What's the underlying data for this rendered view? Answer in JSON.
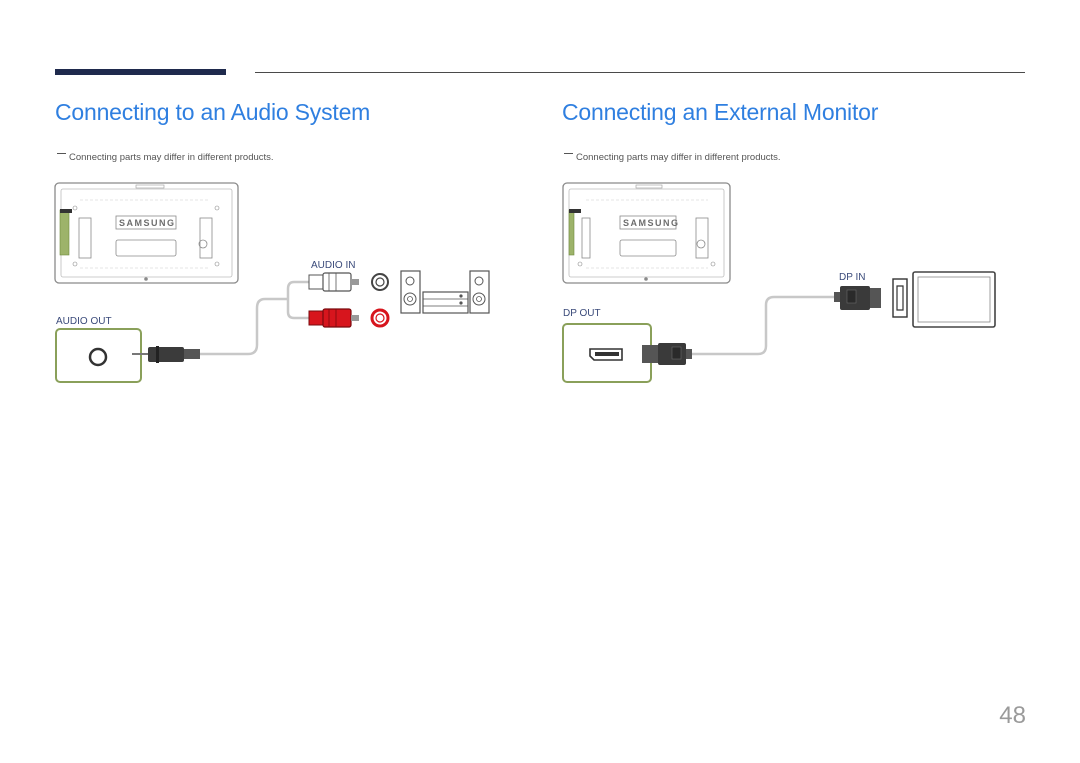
{
  "left_section": {
    "title": "Connecting to an Audio System",
    "note": "Connecting parts may differ in different products.",
    "brand": "SAMSUNG",
    "port_audio_out": "AUDIO OUT",
    "port_audio_in": "AUDIO IN"
  },
  "right_section": {
    "title": "Connecting an External Monitor",
    "note": "Connecting parts may differ in different products.",
    "brand": "SAMSUNG",
    "port_dp_out": "DP OUT",
    "port_dp_in": "DP IN"
  },
  "page_number": "48",
  "colors": {
    "title": "#2f7fe0",
    "header_bar": "#1f2a4d",
    "port_highlight": "#8aa05a",
    "cable": "#c8c8c8",
    "rca_red": "#d7151d"
  },
  "icons": [
    "display-back-icon",
    "stereo-system-icon",
    "rca-cable-icon",
    "audio-jack-icon",
    "displayport-cable-icon",
    "monitor-icon"
  ]
}
